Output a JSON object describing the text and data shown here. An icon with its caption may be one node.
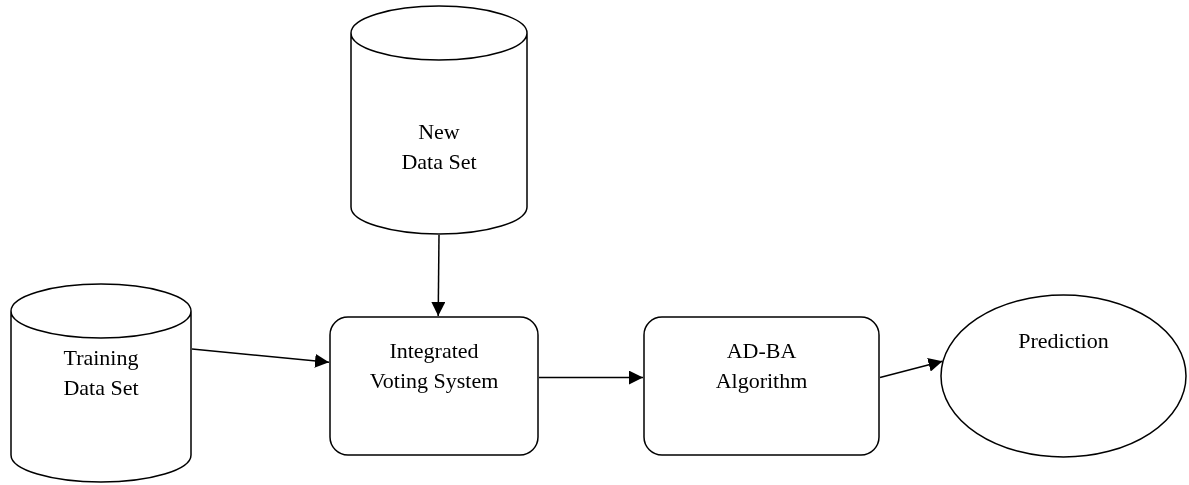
{
  "diagram": {
    "nodes": [
      {
        "text": [
          "New Data Set"
        ]
      },
      {
        "text": [
          "Training Data Set"
        ]
      },
      {
        "text": [
          "Integrated Voting System"
        ]
      },
      {
        "text": [
          "AD-BA Algorithm"
        ]
      },
      {
        "text": [
          "Prediction"
        ]
      }
    ],
    "edges": [
      {
        "from": 0,
        "to": 2,
        "arrow": "to"
      },
      {
        "from": 1,
        "to": 2,
        "arrow": "to"
      },
      {
        "from": 2,
        "to": 3,
        "arrow": "to"
      },
      {
        "from": 3,
        "to": 4,
        "arrow": "to"
      }
    ]
  }
}
